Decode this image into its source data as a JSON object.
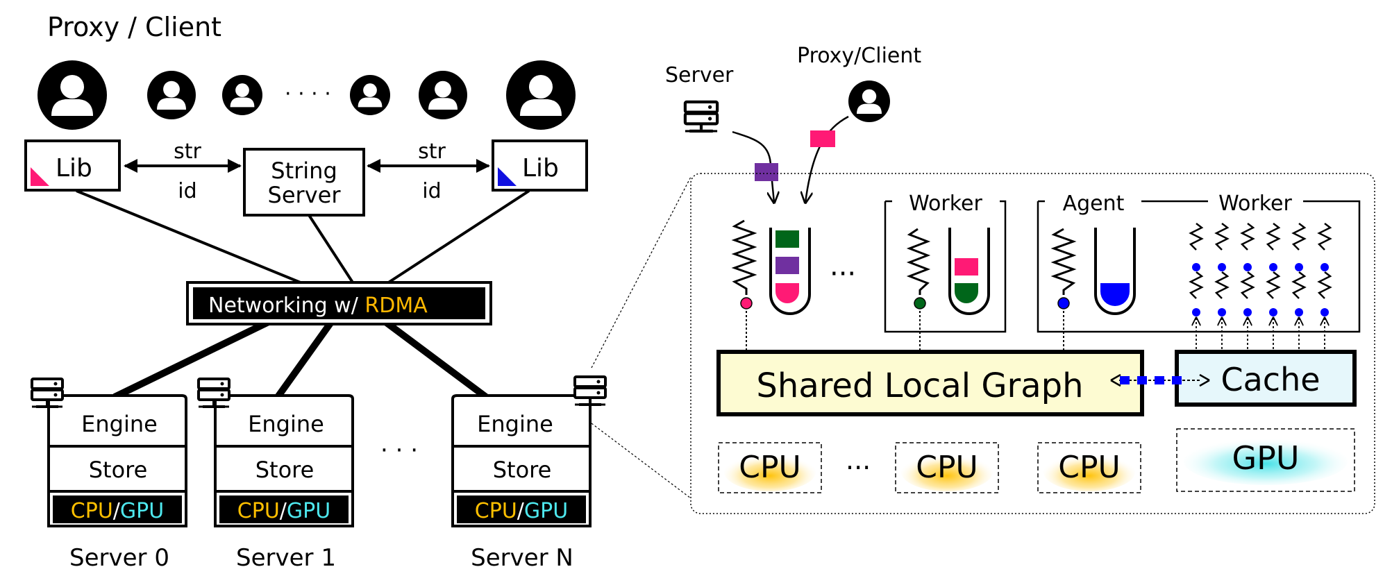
{
  "left": {
    "title": "Proxy / Client",
    "ellipsis_clients": "· · · ·",
    "lib_left": "Lib",
    "lib_right": "Lib",
    "string_server_line1": "String",
    "string_server_line2": "Server",
    "str_left": "str",
    "id_left": "id",
    "str_right": "str",
    "id_right": "id",
    "network_prefix": "Networking w/ ",
    "network_rdma": "RDMA",
    "engine": "Engine",
    "store": "Store",
    "cpu": "CPU",
    "slash": "/",
    "gpu": "GPU",
    "ellipsis_servers": "· · ·",
    "server0": "Server 0",
    "server1": "Server 1",
    "serverN": "Server N"
  },
  "right": {
    "server_label": "Server",
    "proxy_label": "Proxy/Client",
    "ellipsis_queues": "···",
    "worker_label1": "Worker",
    "agent_label": "Agent",
    "worker_label2": "Worker",
    "shared_graph": "Shared Local Graph",
    "cache": "Cache",
    "cpu1": "CPU",
    "ellipsis_cpu": "···",
    "cpu2": "CPU",
    "cpu3": "CPU",
    "gpu": "GPU"
  },
  "colors": {
    "magenta": "#ff1a75",
    "purple": "#7030a0",
    "green": "#00661a",
    "blue": "#0000ff",
    "rdma_orange": "#ffb800",
    "cpu_orange": "#ffc000",
    "gpu_cyan": "#4ee8ee",
    "graph_fill": "#fdfbd2",
    "cache_fill": "#e6f7fb"
  }
}
